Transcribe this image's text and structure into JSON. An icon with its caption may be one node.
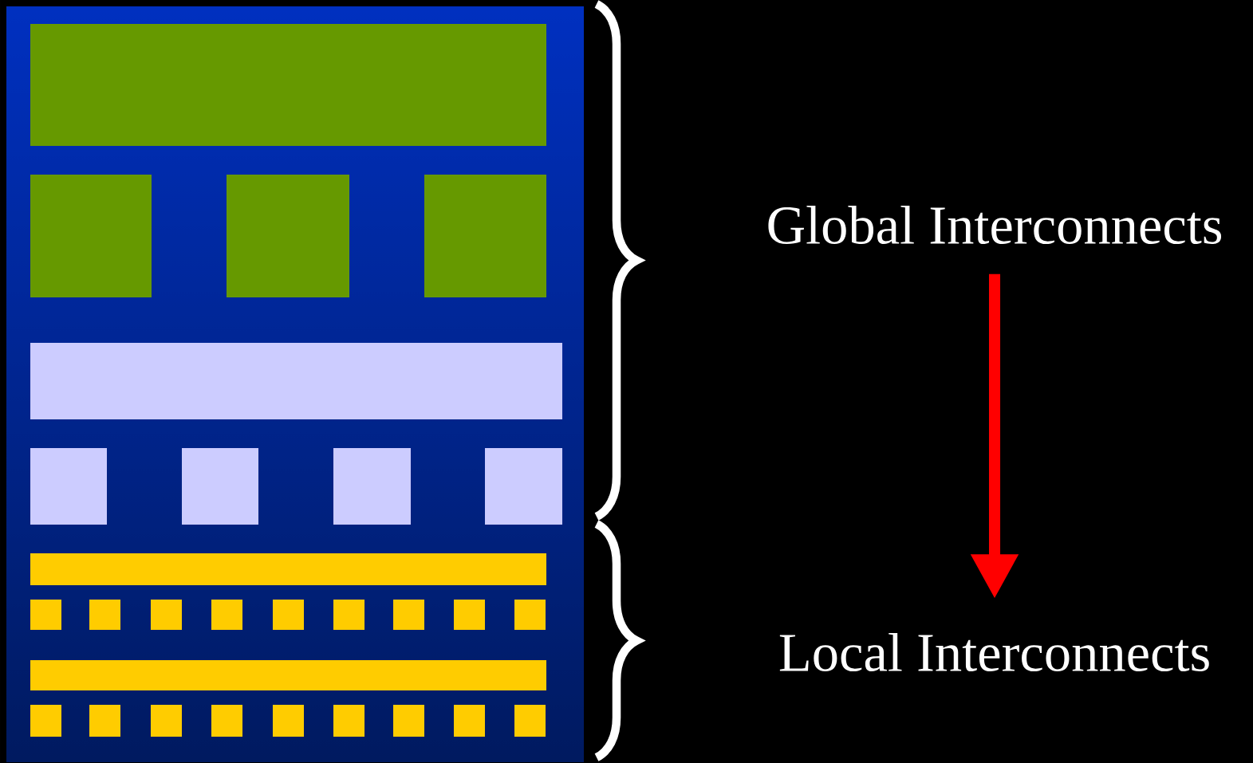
{
  "diagram": {
    "nodes": [
      {
        "text": [
          "Global Interconnects"
        ]
      },
      {
        "text": [
          "Local Interconnects"
        ]
      }
    ],
    "edges": [
      {
        "from": 0,
        "to": 1,
        "arrow": "to",
        "color": "#ff0000"
      }
    ]
  }
}
